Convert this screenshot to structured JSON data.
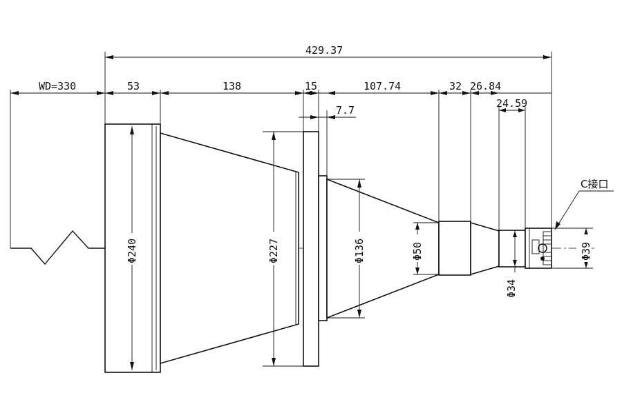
{
  "dimensions": {
    "overall_length": "429.37",
    "working_distance": "WD=330",
    "seg_53": "53",
    "seg_138": "138",
    "seg_15": "15",
    "seg_7_7": "7.7",
    "seg_107_74": "107.74",
    "seg_32": "32",
    "seg_26_84": "26.84",
    "seg_24_59": "24.59"
  },
  "diameters": {
    "d240": "Φ240",
    "d227": "Φ227",
    "d136": "Φ136",
    "d50": "Φ50",
    "d34": "Φ34",
    "d39": "Φ39"
  },
  "labels": {
    "mount": "C接口"
  }
}
